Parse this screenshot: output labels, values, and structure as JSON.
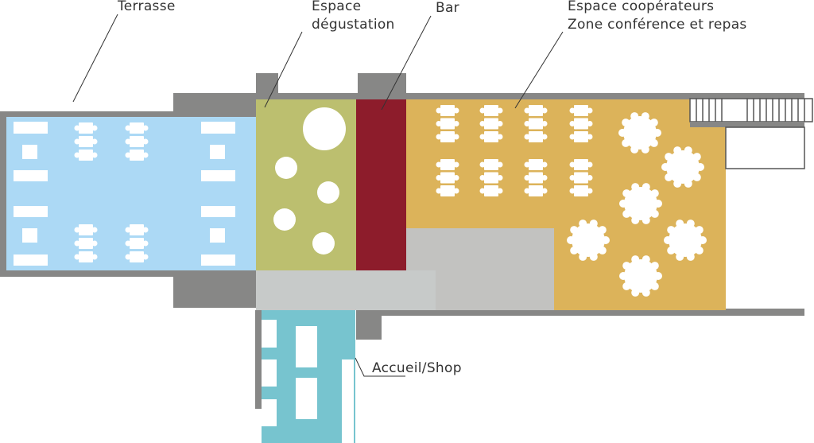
{
  "labels": {
    "terrasse": "Terrasse",
    "degustation_line1": "Espace",
    "degustation_line2": "dégustation",
    "bar": "Bar",
    "cooperateurs_line1": "Espace coopérateurs",
    "cooperateurs_line2": "Zone conférence et repas",
    "accueil": "Accueil/Shop"
  },
  "colors": {
    "wall": "#878786",
    "terrasse": "#acd9f5",
    "degustation": "#bcbf6f",
    "bar": "#8d1c2b",
    "cooperateurs": "#dcb35a",
    "service": "#c2c2c0",
    "corridor": "#c7cac9",
    "accueil": "#77c4cf",
    "furniture": "#ffffff"
  }
}
